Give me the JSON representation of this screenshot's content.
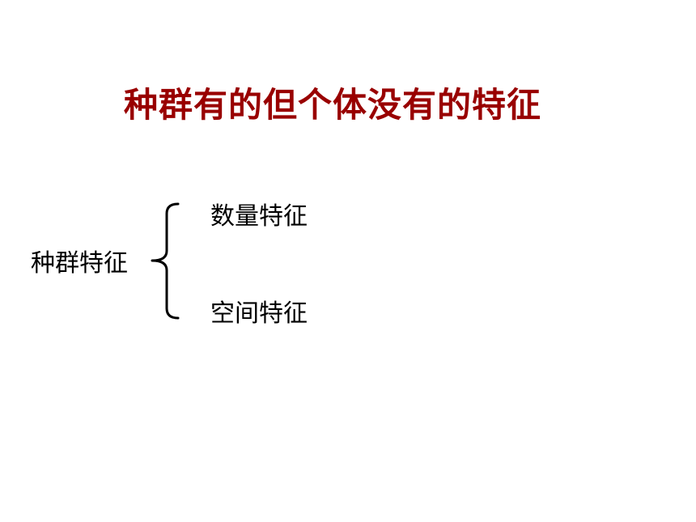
{
  "slide": {
    "title": "种群有的但个体没有的特征",
    "title_color": "#990000",
    "diagram": {
      "root": "种群特征",
      "branches": [
        {
          "label": "数量特征"
        },
        {
          "label": "空间特征"
        }
      ]
    }
  }
}
